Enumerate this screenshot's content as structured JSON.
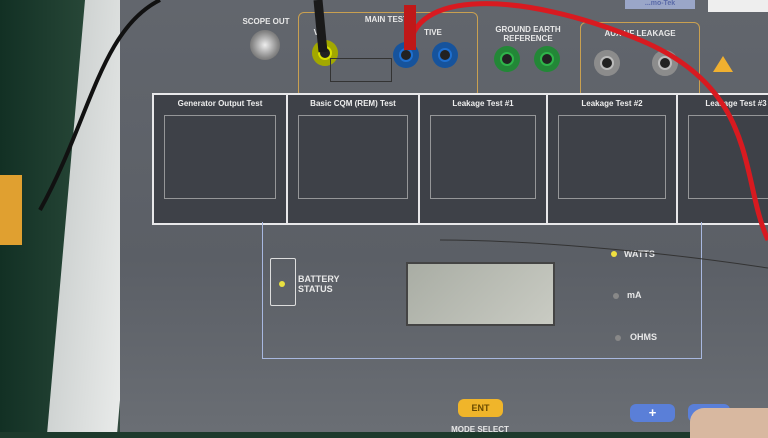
{
  "panel": {
    "scope_out": "SCOPE OUT",
    "main_test": "MAIN TEST L",
    "positive": "VE",
    "negative": "TIVE",
    "ground_earth": "GROUND EARTH\nREFERENCE",
    "aux_hf": "AUX HF LEAKAGE",
    "brand": "...mo-Tek"
  },
  "tests": [
    {
      "label": "Generator Output Test"
    },
    {
      "label": "Basic CQM (REM) Test"
    },
    {
      "label": "Leakage Test #1"
    },
    {
      "label": "Leakage Test #2"
    },
    {
      "label": "Leakage Test #3"
    }
  ],
  "display": {
    "battery_status": "BATTERY STATUS",
    "modes": [
      "WATTS",
      "mA",
      "OHMS"
    ],
    "active_mode": "WATTS"
  },
  "buttons": {
    "ent": "ENT",
    "plus": "+",
    "mode_select": "MODE SELECT"
  },
  "colors": {
    "panel": "#5f6368",
    "jack_yellow": "#d8e000",
    "jack_blue": "#1e6fd0",
    "jack_green": "#2fb54a",
    "ent": "#f0b52a",
    "plus": "#5a7fd8"
  }
}
